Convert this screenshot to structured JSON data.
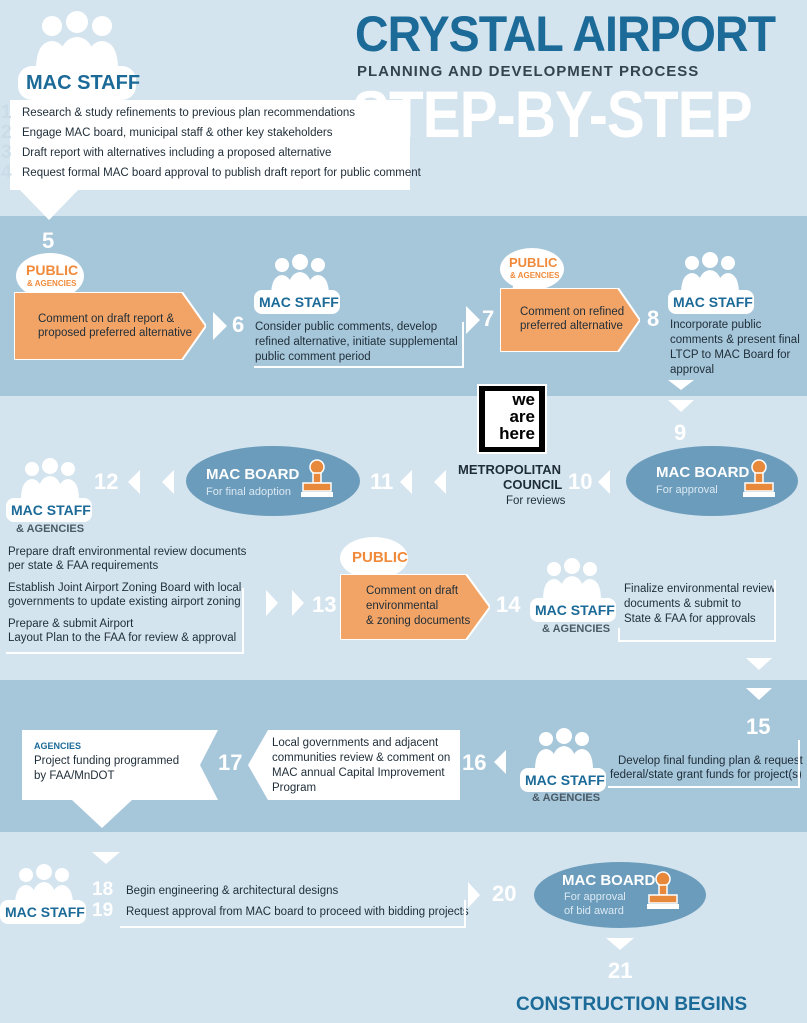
{
  "header": {
    "title": "CRYSTAL AIRPORT",
    "subtitle": "PLANNING AND DEVELOPMENT PROCESS",
    "banner": "STEP-BY-STEP"
  },
  "labels": {
    "mac_staff": "MAC STAFF",
    "and_agencies": "& AGENCIES",
    "public": "PUBLIC",
    "agencies": "AGENCIES",
    "mac_board": "MAC BOARD"
  },
  "section1": {
    "steps": [
      {
        "num": "1",
        "text": "Research & study refinements to previous plan recommendations"
      },
      {
        "num": "2",
        "text": "Engage MAC board, municipal staff & other key stakeholders"
      },
      {
        "num": "3",
        "text": "Draft report with alternatives including a proposed alternative"
      },
      {
        "num": "4",
        "text": "Request formal MAC board approval to publish draft report for public comment"
      }
    ]
  },
  "section2": {
    "step5": {
      "num": "5",
      "text_line1": "Comment on draft report &",
      "text_line2": "proposed preferred alternative"
    },
    "step6": {
      "num": "6",
      "line1": "Consider public comments, develop",
      "line2": "refined alternative, initiate supplemental",
      "line3": "public comment period"
    },
    "step7": {
      "num": "7",
      "line1": "Comment on refined",
      "line2": "preferred alternative"
    },
    "step8": {
      "num": "8",
      "line1": "Incorporate public",
      "line2": "comments & present final",
      "line3": "LTCP to MAC Board for",
      "line4": "approval"
    }
  },
  "section3": {
    "step9": {
      "num": "9"
    },
    "step10": {
      "num": "10",
      "oval_sub": "For approval"
    },
    "step11": {
      "num": "11",
      "logo_line1": "we",
      "logo_line2": "are",
      "logo_line3": "here",
      "council_line1": "METROPOLITAN",
      "council_line2": "COUNCIL",
      "council_sub": "For reviews"
    },
    "step12": {
      "num": "12",
      "oval_sub": "For final adoption"
    },
    "left_items": [
      "Prepare draft environmental review documents",
      "per state & FAA requirements",
      "Establish Joint Airport Zoning Board with local",
      "governments  to update existing airport zoning",
      "Prepare & submit Airport",
      "Layout Plan to the FAA for review & approval"
    ],
    "step13": {
      "num": "13",
      "line1": "Comment on draft",
      "line2": "environmental",
      "line3": "& zoning documents"
    },
    "step14": {
      "num": "14",
      "line1": "Finalize environmental review",
      "line2": "documents & submit to",
      "line3": "State & FAA for approvals"
    }
  },
  "section4": {
    "step15": {
      "num": "15",
      "line1": "Develop final funding plan & request",
      "line2": "federal/state grant funds for project(s)"
    },
    "step16": {
      "num": "16",
      "line1": "Local governments and adjacent",
      "line2": "communities review & comment on",
      "line3": "MAC annual Capital Improvement",
      "line4": "Program"
    },
    "step17": {
      "num": "17",
      "line1": "Project funding programmed",
      "line2": "by FAA/MnDOT"
    }
  },
  "section5": {
    "step18": {
      "num": "18",
      "text": "Begin engineering & architectural designs"
    },
    "step19": {
      "num": "19",
      "text": "Request approval from MAC board to proceed with bidding projects"
    },
    "step20": {
      "num": "20",
      "oval_sub1": "For approval",
      "oval_sub2": "of bid award"
    },
    "step21": {
      "num": "21",
      "text": "CONSTRUCTION BEGINS"
    }
  },
  "colors": {
    "background": "#d4e4ee",
    "band": "#a6c6da",
    "title_blue": "#1b6a98",
    "orange": "#f2a466",
    "oval_blue": "#6b9cbc"
  }
}
